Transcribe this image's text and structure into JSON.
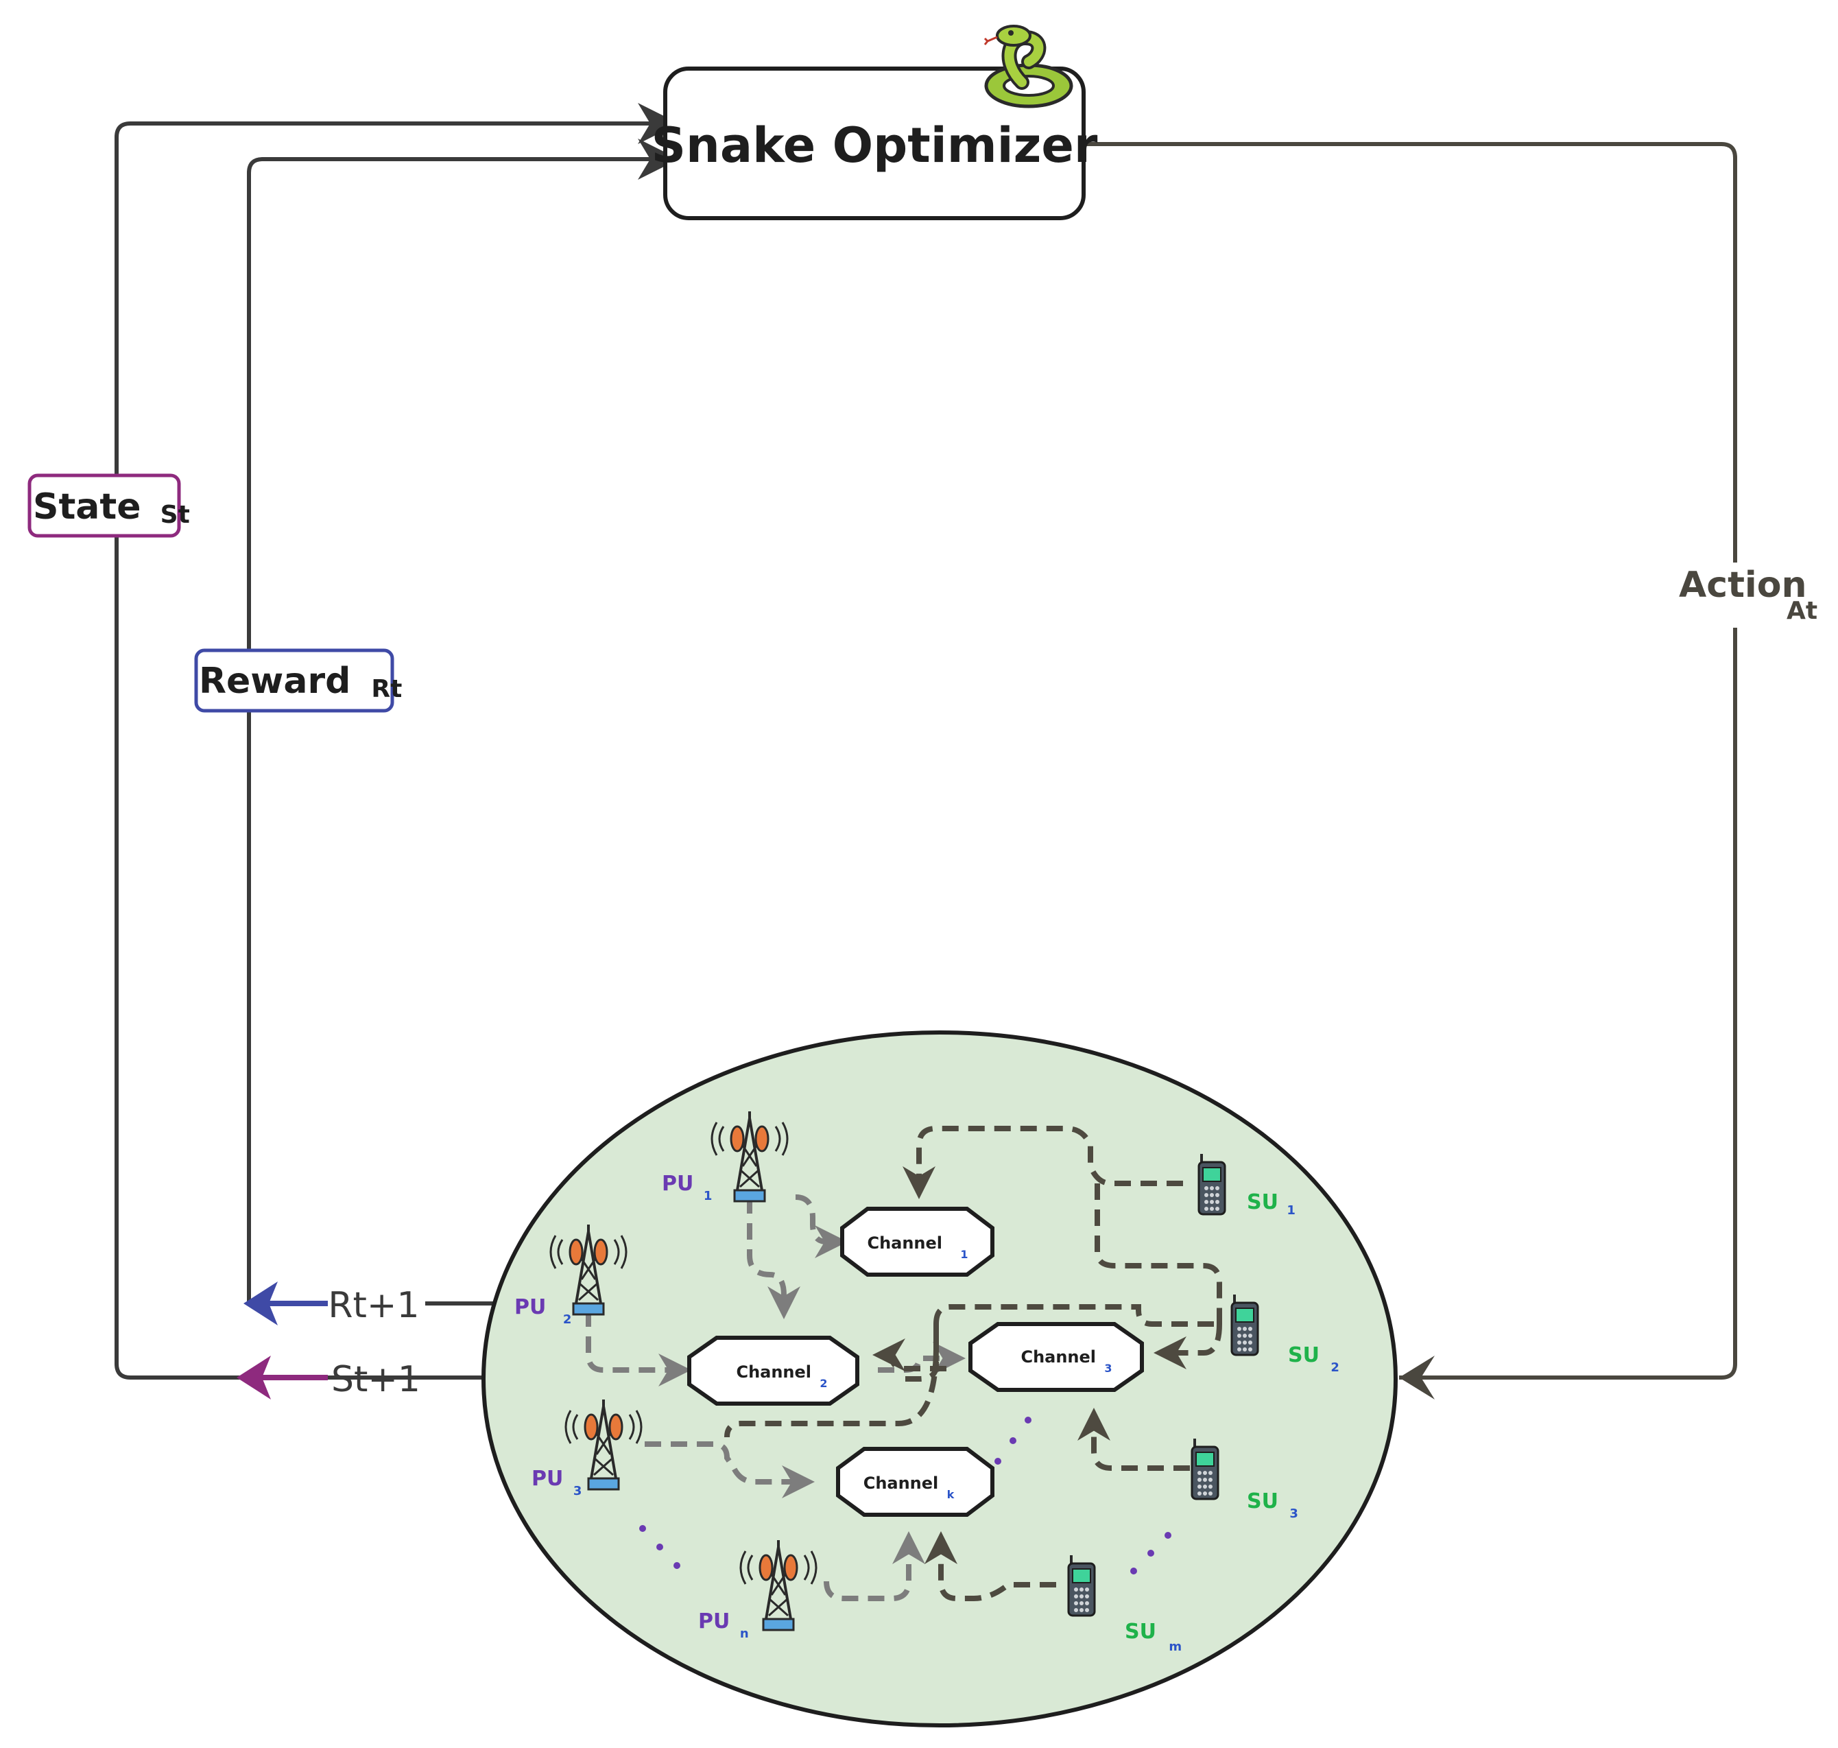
{
  "optimizer": {
    "title": "Snake Optimizer",
    "icon": "snake-icon"
  },
  "loop": {
    "state": {
      "label": "State",
      "sub": "St"
    },
    "reward": {
      "label": "Reward",
      "sub": "Rt"
    },
    "action": {
      "label": "Action",
      "sub": "At"
    },
    "next_reward": "Rt+1",
    "next_state": "St+1"
  },
  "channels": [
    {
      "label": "Channel",
      "sub": "1"
    },
    {
      "label": "Channel",
      "sub": "2"
    },
    {
      "label": "Channel",
      "sub": "3"
    },
    {
      "label": "Channel",
      "sub": "k"
    }
  ],
  "primary_users": [
    {
      "label": "PU",
      "sub": "1"
    },
    {
      "label": "PU",
      "sub": "2"
    },
    {
      "label": "PU",
      "sub": "3"
    },
    {
      "label": "PU",
      "sub": "n"
    }
  ],
  "secondary_users": [
    {
      "label": "SU",
      "sub": "1"
    },
    {
      "label": "SU",
      "sub": "2"
    },
    {
      "label": "SU",
      "sub": "3"
    },
    {
      "label": "SU",
      "sub": "m"
    }
  ],
  "colors": {
    "state": "#8e2a7e",
    "reward": "#3f4aa6",
    "action": "#4a473f",
    "pu_label": "#6a3ab2",
    "su_label": "#1fb24a",
    "subscript_blue": "#2b54c8",
    "environment_fill": "#d9e9d5",
    "pu_dash": "#7d7d7d",
    "su_dash": "#4e4a40",
    "line": "#3a3a3a"
  }
}
